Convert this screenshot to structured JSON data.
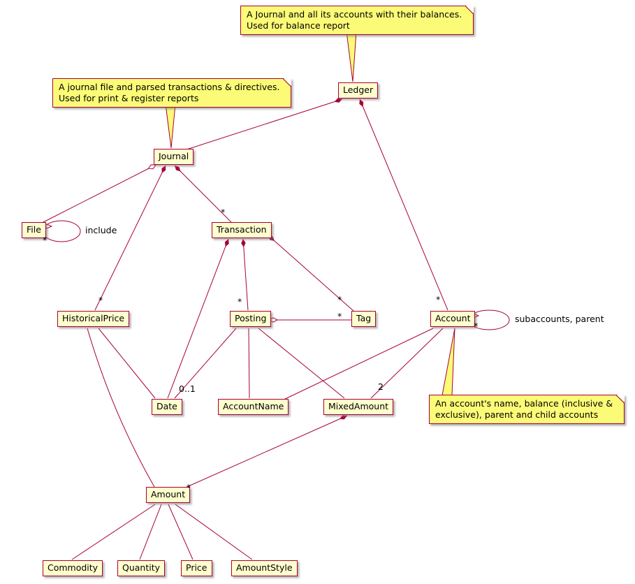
{
  "diagram_type": "uml-class-diagram",
  "colors": {
    "node_background": "#FEFECE",
    "line_and_border": "#A80036",
    "note_background": "#FBFB77"
  },
  "nodes": {
    "ledger": {
      "label": "Ledger"
    },
    "journal": {
      "label": "Journal"
    },
    "file": {
      "label": "File"
    },
    "transaction": {
      "label": "Transaction"
    },
    "historical_price": {
      "label": "HistoricalPrice"
    },
    "posting": {
      "label": "Posting"
    },
    "tag": {
      "label": "Tag"
    },
    "account": {
      "label": "Account"
    },
    "date": {
      "label": "Date"
    },
    "account_name": {
      "label": "AccountName"
    },
    "mixed_amount": {
      "label": "MixedAmount"
    },
    "amount": {
      "label": "Amount"
    },
    "commodity": {
      "label": "Commodity"
    },
    "quantity": {
      "label": "Quantity"
    },
    "price": {
      "label": "Price"
    },
    "amount_style": {
      "label": "AmountStyle"
    }
  },
  "notes": {
    "ledger_note": "A Journal and all its accounts with their balances.\nUsed for balance report",
    "journal_note": "A journal file and parsed transactions & directives.\nUsed for print & register reports",
    "account_note": "An account's name, balance (inclusive &\nexclusive), parent and child accounts"
  },
  "edge_labels": {
    "file_include": "include",
    "account_subaccounts": "subaccounts, parent",
    "mult_ledger_account": "*",
    "mult_journal_transaction": "*",
    "mult_journal_historical_price": "*",
    "mult_file_file": "*",
    "mult_transaction_posting": "*",
    "mult_transaction_tag": "*",
    "mult_posting_tag": "*",
    "mult_account_account": "*",
    "mult_posting_date": "0..1",
    "mult_account_mixed_amount": "2",
    "mult_mixed_amount_amount": "*"
  }
}
